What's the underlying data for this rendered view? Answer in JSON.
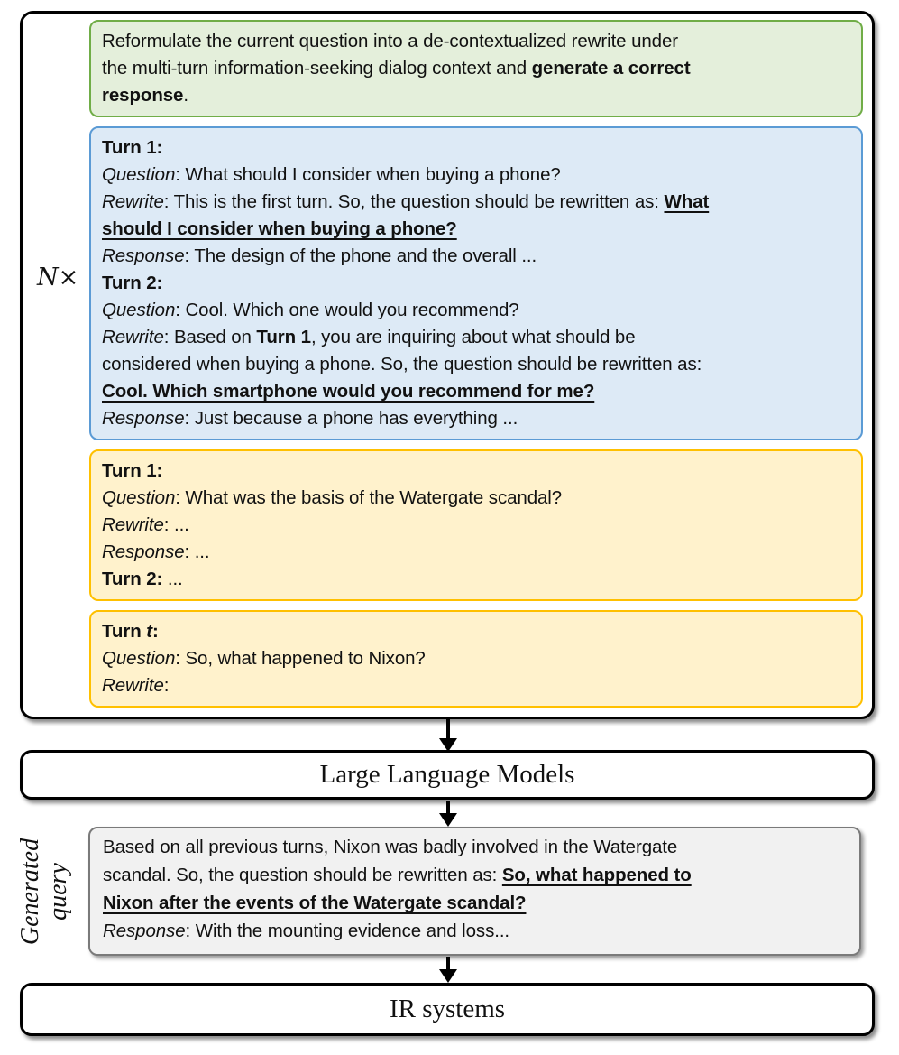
{
  "colors": {
    "outline": "#000000",
    "green_border": "#70AD47",
    "green_fill": "#E4EFDB",
    "blue_border": "#5B9BD5",
    "blue_fill": "#DDEAF6",
    "yellow_border": "#FFC000",
    "yellow_fill": "#FFF2CC",
    "gray_border": "#7A7A7A",
    "gray_fill": "#F1F1F1"
  },
  "labels": {
    "n_times": "N×",
    "llm": "Large Language Models",
    "ir": "IR systems",
    "generated_query_line1": "Generated",
    "generated_query_line2": "query"
  },
  "instruction": {
    "lines": [
      [
        {
          "t": "Reformulate the current question into a de-contextualized rewrite under"
        }
      ],
      [
        {
          "t": "the multi-turn information-seeking dialog context and "
        },
        {
          "t": "generate a correct",
          "s": "b"
        }
      ],
      [
        {
          "t": "response",
          "s": "b"
        },
        {
          "t": "."
        }
      ]
    ]
  },
  "demonstration": {
    "lines": [
      [
        {
          "t": "Turn 1:",
          "s": "b"
        }
      ],
      [
        {
          "t": "Question",
          "s": "i"
        },
        {
          "t": ": What should I consider when buying a phone?"
        }
      ],
      [
        {
          "t": "Rewrite",
          "s": "i"
        },
        {
          "t": ": This is the first turn. So, the question should be rewritten as: "
        },
        {
          "t": "What",
          "s": "bu"
        }
      ],
      [
        {
          "t": "should I consider when buying a phone?",
          "s": "bu"
        }
      ],
      [
        {
          "t": "Response",
          "s": "i"
        },
        {
          "t": ": The design of the phone and the overall ..."
        }
      ],
      [
        {
          "t": "Turn 2:",
          "s": "b"
        }
      ],
      [
        {
          "t": "Question",
          "s": "i"
        },
        {
          "t": ": Cool. Which one would you recommend?"
        }
      ],
      [
        {
          "t": "Rewrite",
          "s": "i"
        },
        {
          "t": ": Based on "
        },
        {
          "t": "Turn 1",
          "s": "b"
        },
        {
          "t": ", you are inquiring about what should be"
        }
      ],
      [
        {
          "t": "considered when buying a phone. So, the question should be rewritten as:"
        }
      ],
      [
        {
          "t": "Cool. Which smartphone would you recommend for me?",
          "s": "bu"
        }
      ],
      [
        {
          "t": "Response",
          "s": "i"
        },
        {
          "t": ": Just because a phone has everything ..."
        }
      ]
    ]
  },
  "context_turns": {
    "lines": [
      [
        {
          "t": "Turn 1:",
          "s": "b"
        }
      ],
      [
        {
          "t": "Question",
          "s": "i"
        },
        {
          "t": ": What was the basis of the Watergate scandal?"
        }
      ],
      [
        {
          "t": "Rewrite",
          "s": "i"
        },
        {
          "t": ": ..."
        }
      ],
      [
        {
          "t": "Response",
          "s": "i"
        },
        {
          "t": ": ..."
        }
      ],
      [
        {
          "t": "Turn 2:",
          "s": "b"
        },
        {
          "t": " ..."
        }
      ]
    ]
  },
  "current_turn": {
    "lines": [
      [
        {
          "t": "Turn ",
          "s": "b"
        },
        {
          "t": "t",
          "s": "bi"
        },
        {
          "t": ":",
          "s": "b"
        }
      ],
      [
        {
          "t": "Question",
          "s": "i"
        },
        {
          "t": ": So, what happened to Nixon?"
        }
      ],
      [
        {
          "t": "Rewrite",
          "s": "i"
        },
        {
          "t": ":"
        }
      ]
    ]
  },
  "generated_query": {
    "lines": [
      [
        {
          "t": "Based on all previous turns, Nixon was badly involved in the Watergate"
        }
      ],
      [
        {
          "t": "scandal. So, the question should be rewritten as: "
        },
        {
          "t": "So, what happened to",
          "s": "bu"
        }
      ],
      [
        {
          "t": "Nixon after the events of the Watergate scandal?",
          "s": "bu"
        }
      ],
      [
        {
          "t": "Response",
          "s": "i"
        },
        {
          "t": ": With the mounting evidence and loss..."
        }
      ]
    ]
  }
}
